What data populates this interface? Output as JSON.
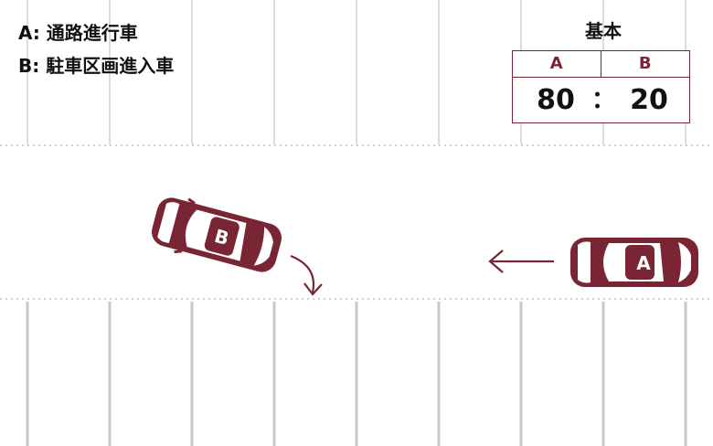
{
  "legend": {
    "a": "A: 通路進行車",
    "b": "B: 駐車区画進入車"
  },
  "ratio": {
    "title": "基本",
    "head_a": "A",
    "head_b": "B",
    "value_a": "80",
    "separator": "：",
    "value_b": "20"
  },
  "cars": {
    "a_label": "A",
    "b_label": "B"
  },
  "colors": {
    "car": "#7a2534",
    "parking_line": "#cfcfcf",
    "lane_dots": "#cfcfcf"
  }
}
